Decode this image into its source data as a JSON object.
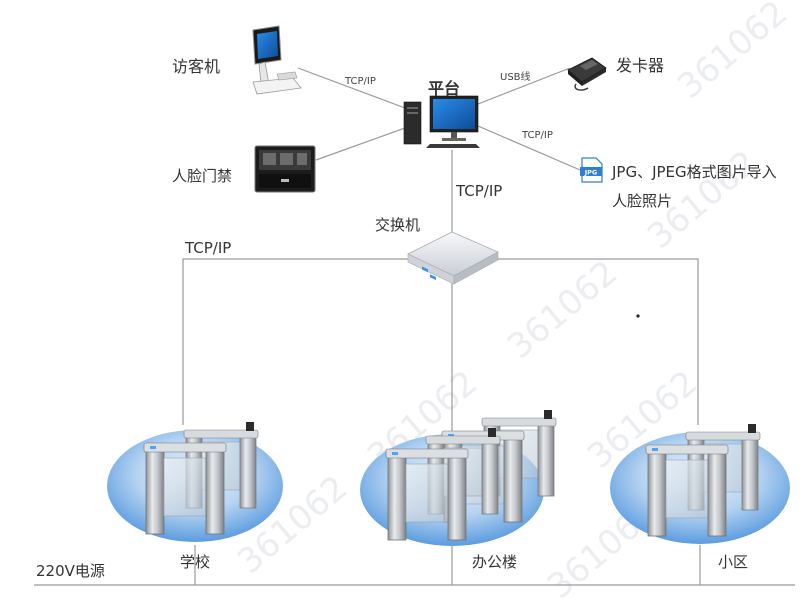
{
  "nodes": {
    "visitor_machine": "访客机",
    "platform": "平台",
    "card_issuer": "发卡器",
    "face_access": "人脸门禁",
    "import_line1": "JPG、JPEG格式图片导入",
    "import_line2": "人脸照片",
    "switch": "交换机",
    "school": "学校",
    "office": "办公楼",
    "community": "小区",
    "power": "220V电源"
  },
  "links": {
    "visitor_platform": "TCP/IP",
    "usb": "USB线",
    "platform_import": "TCP/IP",
    "platform_switch": "TCP/IP",
    "switch_gates": "TCP/IP"
  },
  "file_icon_label": "JPG",
  "watermark": [
    "361062",
    "361062",
    "361062",
    "361062",
    "361062",
    "361062",
    "361062"
  ],
  "colors": {
    "line": "#9a9a9a",
    "platform_blue": "#1f6fc6",
    "ellipse_top": "#bfd9f2",
    "ellipse_bottom": "#5b9be0",
    "steel": "#c9ccd0"
  }
}
